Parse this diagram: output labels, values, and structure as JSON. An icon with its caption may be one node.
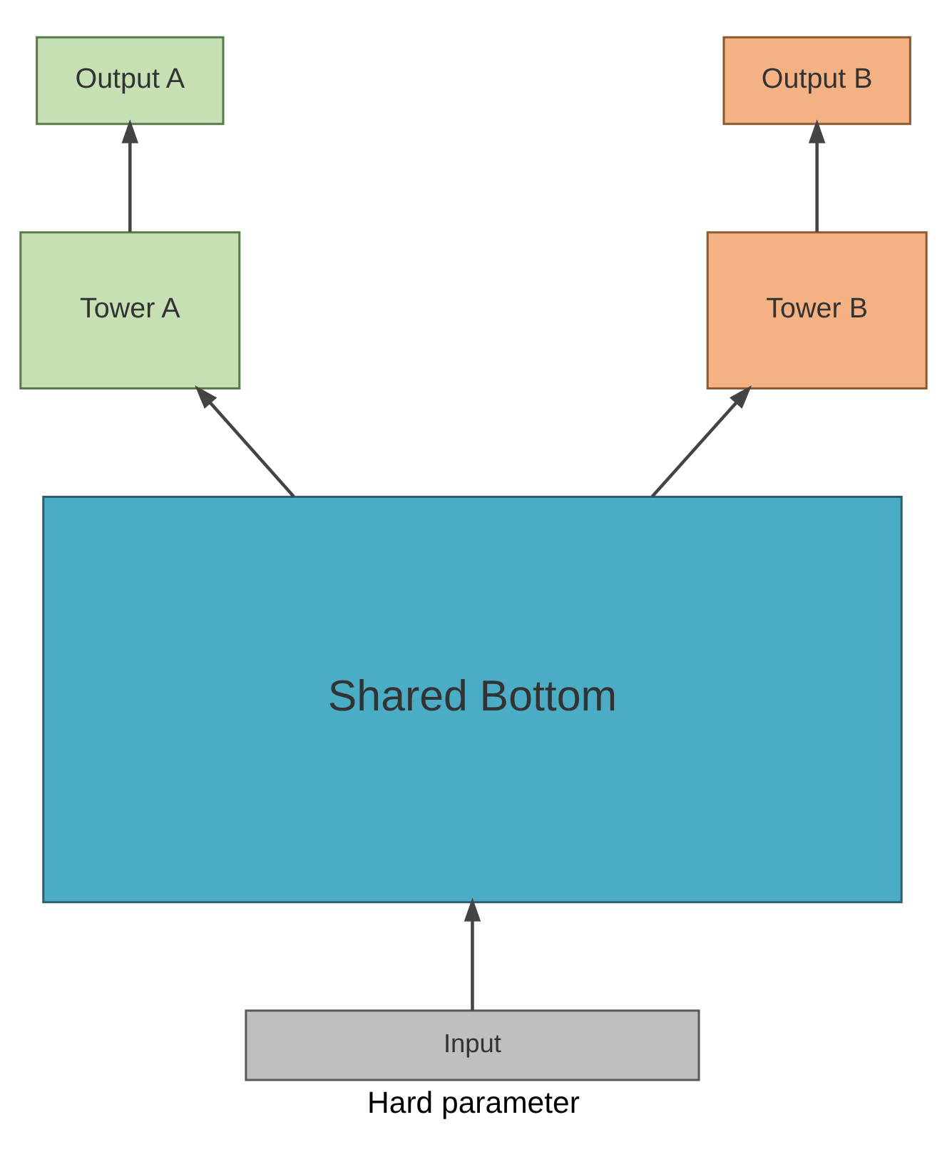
{
  "diagram": {
    "caption": "Hard parameter",
    "nodes": [
      {
        "text": [
          "Output A"
        ]
      },
      {
        "text": [
          "Output B"
        ]
      },
      {
        "text": [
          "Tower A"
        ]
      },
      {
        "text": [
          "Tower B"
        ]
      },
      {
        "text": [
          "Shared Bottom"
        ]
      },
      {
        "text": [
          "Input"
        ]
      }
    ],
    "edges": [
      {
        "from": 2,
        "to": 0,
        "arrow": "to"
      },
      {
        "from": 3,
        "to": 1,
        "arrow": "to"
      },
      {
        "from": 4,
        "to": 2,
        "arrow": "to"
      },
      {
        "from": 4,
        "to": 3,
        "arrow": "to"
      },
      {
        "from": 5,
        "to": 4,
        "arrow": "to"
      }
    ]
  }
}
